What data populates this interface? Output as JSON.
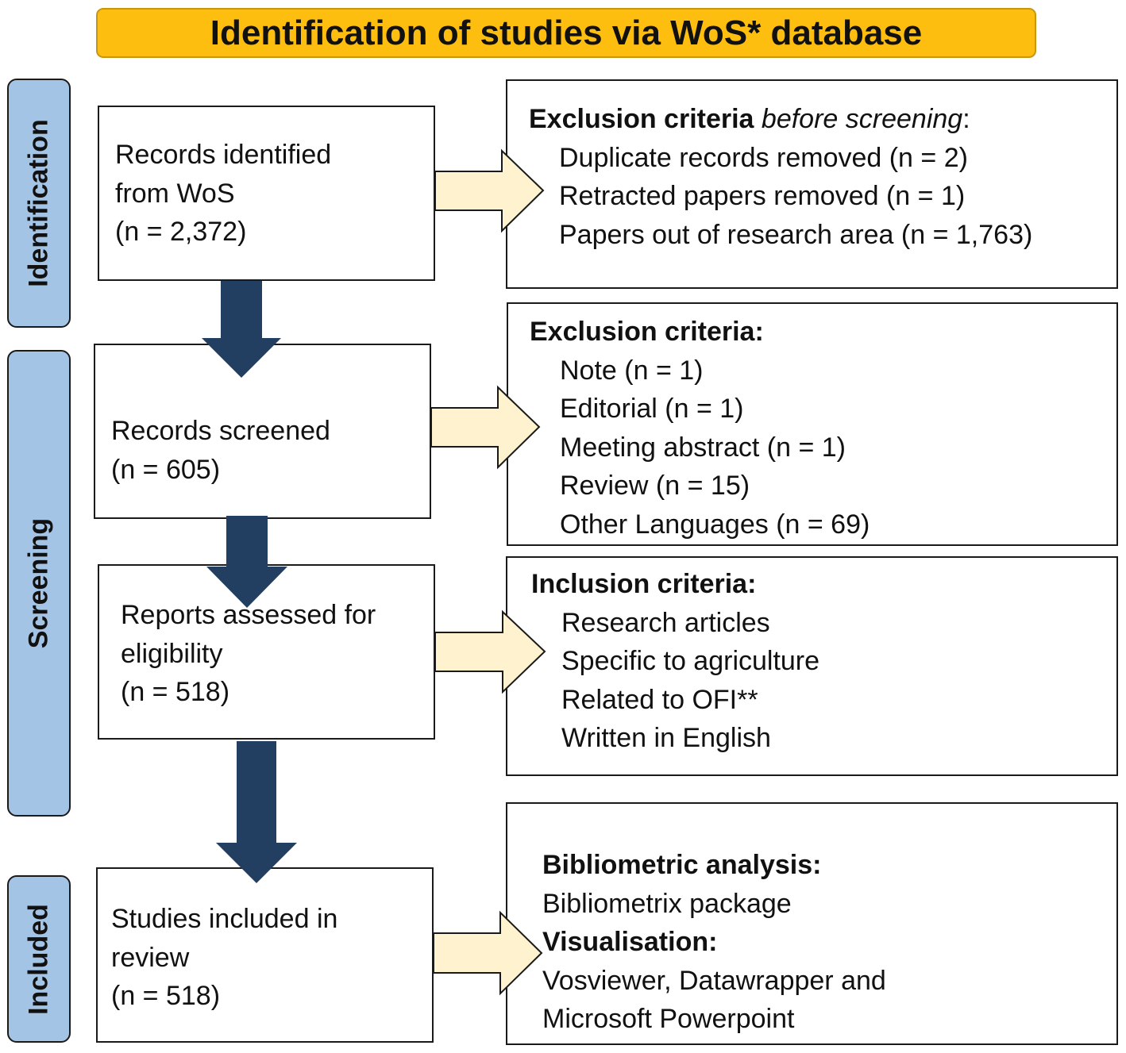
{
  "banner": {
    "title": "Identification of studies via WoS* database"
  },
  "phases": {
    "identification": "Identification",
    "screening": "Screening",
    "included": "Included"
  },
  "left_boxes": {
    "identified": {
      "line1": "Records identified",
      "line2": "from WoS",
      "line3": "(n = 2,372)"
    },
    "screened": {
      "line1": "Records screened",
      "line2": "(n = 605)"
    },
    "assessed": {
      "line1": "Reports assessed for",
      "line2": "eligibility",
      "line3": "(n = 518)"
    },
    "included": {
      "line1": "Studies included in",
      "line2": "review",
      "line3": "(n = 518)"
    }
  },
  "right_boxes": {
    "exclusion_before": {
      "heading_bold": "Exclusion criteria",
      "heading_italic": "before screening",
      "heading_suffix": ":",
      "items": [
        "Duplicate records removed  (n = 2)",
        "Retracted papers removed  (n = 1)",
        "Papers out of research area (n = 1,763)"
      ]
    },
    "exclusion": {
      "heading": "Exclusion criteria:",
      "items": [
        "Note (n = 1)",
        "Editorial (n = 1)",
        "Meeting abstract (n = 1)",
        "Review (n = 15)",
        "Other Languages (n = 69)"
      ]
    },
    "inclusion": {
      "heading": "Inclusion criteria:",
      "items": [
        "Research articles",
        "Specific to agriculture",
        "Related to OFI**",
        "Written in English"
      ]
    },
    "analysis": {
      "heading1": "Bibliometric analysis:",
      "line1": "Bibliometrix package",
      "heading2": "Visualisation:",
      "line2": "Vosviewer, Datawrapper and",
      "line3": "Microsoft Powerpoint"
    }
  },
  "colors": {
    "banner_fill": "#fdbe10",
    "phase_fill": "#a4c4e6",
    "down_arrow": "#223f61",
    "right_arrow_fill": "#fff3cf"
  }
}
